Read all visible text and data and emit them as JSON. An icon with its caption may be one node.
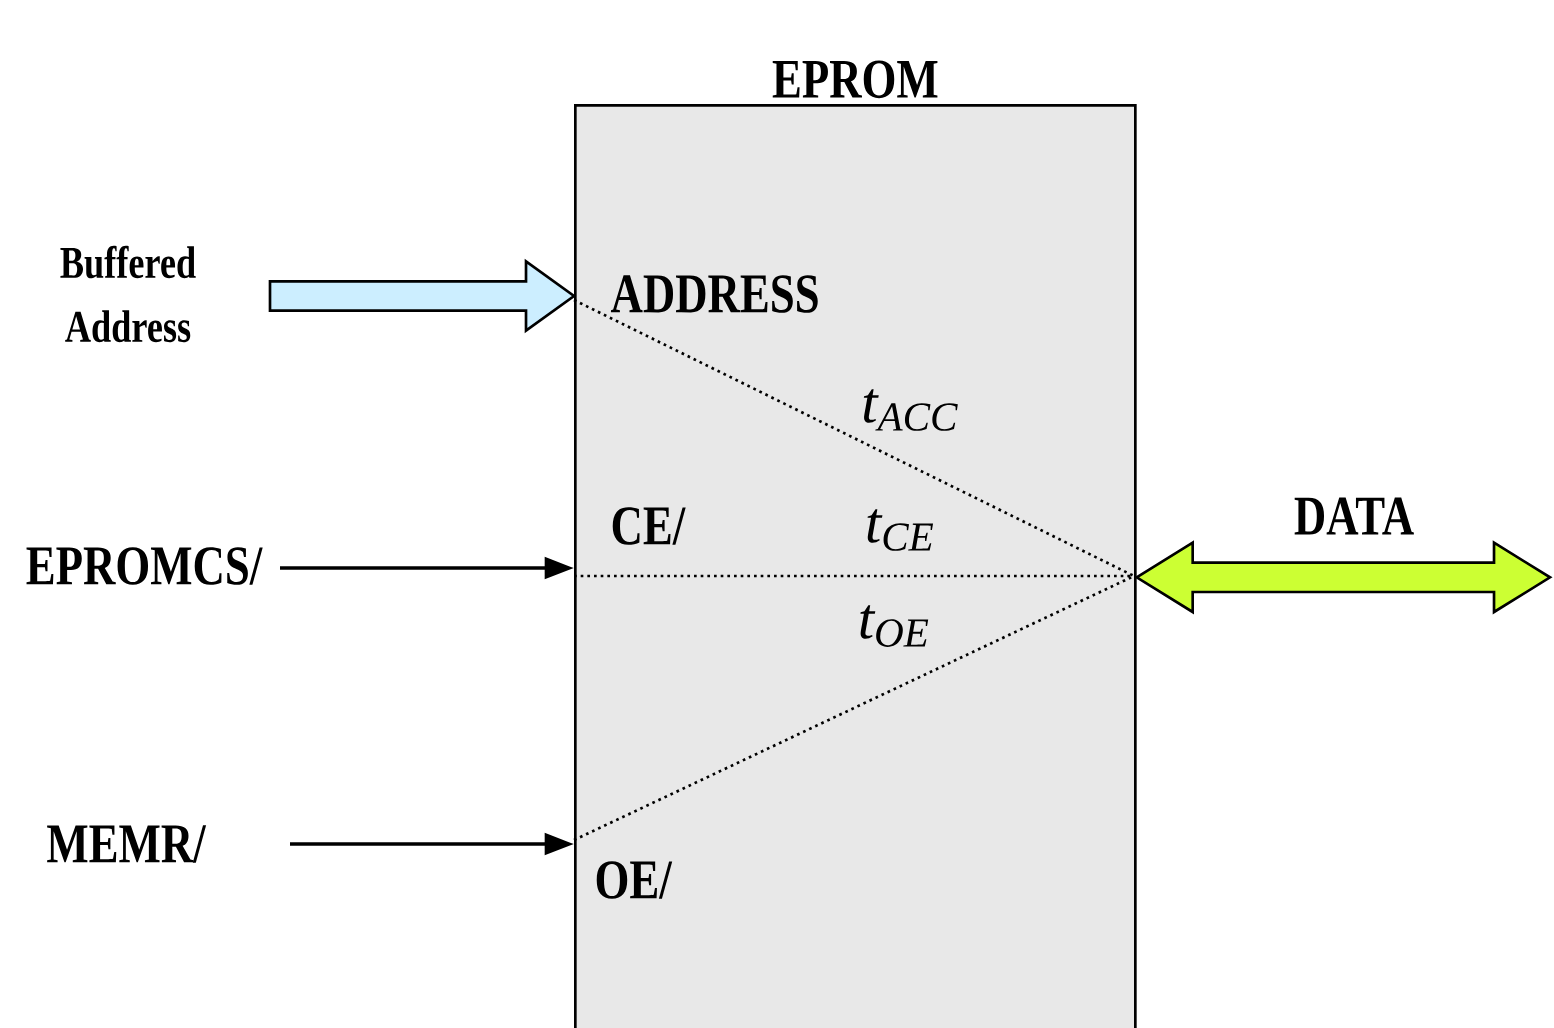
{
  "diagram": {
    "nodes": [
      {
        "text": [
          "EPROM"
        ]
      },
      {
        "text": [
          "Buffered Address"
        ]
      },
      {
        "text": [
          "ADDRESS"
        ],
        "in": 0
      },
      {
        "text": [
          "EPROMCS/"
        ]
      },
      {
        "text": [
          "CE/"
        ],
        "in": 0
      },
      {
        "text": [
          "MEMR/"
        ]
      },
      {
        "text": [
          "OE/"
        ],
        "in": 0
      }
    ],
    "edges": [
      {
        "from": 1,
        "to": 2,
        "arrow": "to",
        "style": "thick",
        "color": "#cceeff"
      },
      {
        "from": 3,
        "to": 4,
        "arrow": "to"
      },
      {
        "from": 5,
        "to": 6,
        "arrow": "to"
      },
      {
        "from": 2,
        "to": null,
        "arrow": "none",
        "style": "dashed",
        "label": "t$_{ACC}$"
      },
      {
        "from": 4,
        "to": null,
        "arrow": "none",
        "style": "dashed",
        "label": "t$_{CE}$"
      },
      {
        "from": 6,
        "to": null,
        "arrow": "none",
        "style": "dashed",
        "label": "t$_{OE}$"
      },
      {
        "from": 0,
        "to": null,
        "arrow": "both",
        "style": "thick",
        "color": "#ccff33",
        "label": "DATA"
      }
    ]
  }
}
